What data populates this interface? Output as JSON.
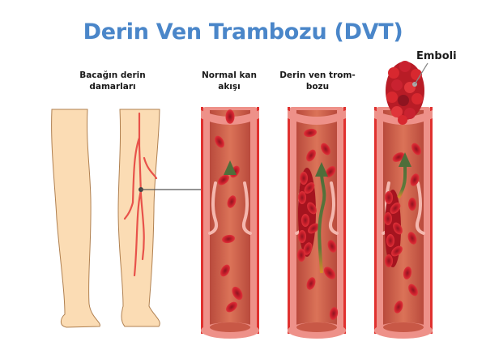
{
  "title": "Derin Ven Trambozu (DVT)",
  "labels": {
    "legs": [
      "Bacağın derin",
      "damarları"
    ],
    "normal": [
      "Normal kan",
      "akışı"
    ],
    "dvt": [
      "Derin ven trom-",
      "bozu"
    ],
    "emboli": "Emboli"
  },
  "colors": {
    "title": "#4a86c9",
    "skin": "#fbdcb4",
    "skin_outline": "#b08050",
    "vein_line": "#e8524a",
    "vessel_wall": "#f19a92",
    "vessel_edge": "#e0312f",
    "vessel_lumen": "#d4694f",
    "rbc": "#c8202a",
    "clot": "#b81c26",
    "arrow": "#4f6e3a",
    "pointer": "#555555"
  },
  "panels": [
    {
      "id": "legs",
      "caption_key": "labels.legs"
    },
    {
      "id": "normal-flow",
      "caption_key": "labels.normal"
    },
    {
      "id": "dvt",
      "caption_key": "labels.dvt"
    },
    {
      "id": "embolism",
      "caption_key": "labels.emboli"
    }
  ]
}
